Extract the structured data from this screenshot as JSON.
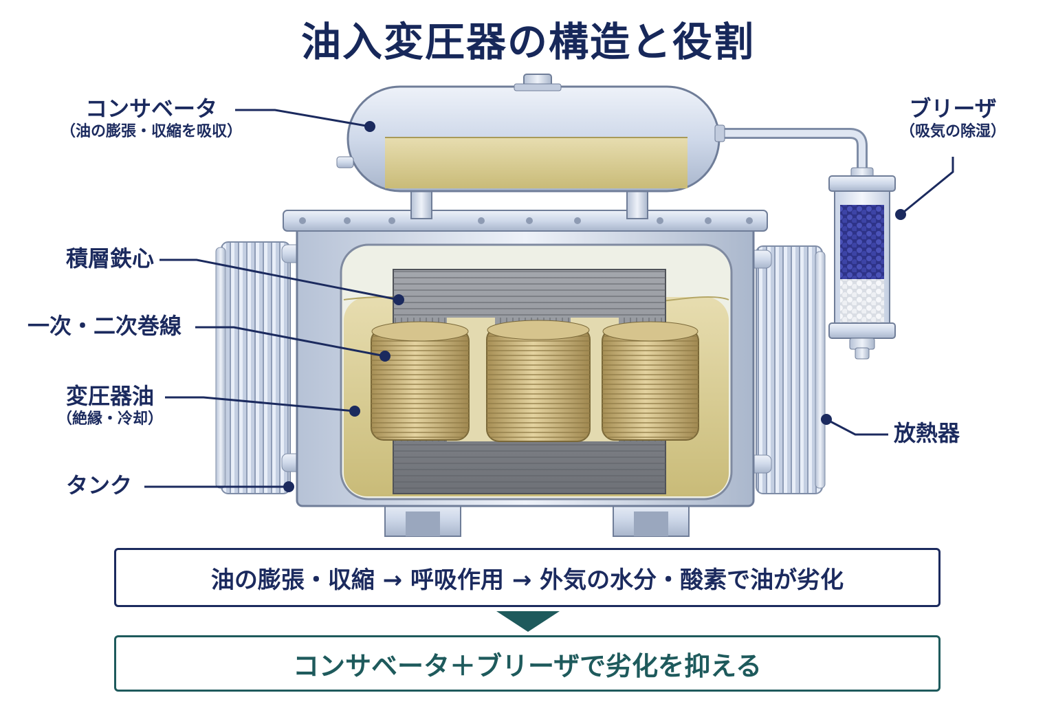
{
  "title": "油入変圧器の構造と役割",
  "labels": {
    "conservator": {
      "main": "コンサベータ",
      "sub": "（油の膨張・収縮を吸収）"
    },
    "breather": {
      "main": "ブリーザ",
      "sub": "（吸気の除湿）"
    },
    "core": {
      "main": "積層鉄心"
    },
    "windings": {
      "main": "一次・二次巻線"
    },
    "oil": {
      "main": "変圧器油",
      "sub": "（絶縁・冷却）"
    },
    "tank": {
      "main": "タンク"
    },
    "radiator": {
      "main": "放熱器"
    }
  },
  "flow": {
    "step1": "油の膨張・収縮 → 呼吸作用 → 外気の水分・酸素で油が劣化",
    "step2": "コンサベータ＋ブリーザで劣化を抑える"
  },
  "colors": {
    "navy": "#1b2a5e",
    "teal": "#1e5a5c",
    "oil": "#d8cc8f",
    "steel": "#cfd9ea",
    "core": "#8c8f94",
    "copper": "#c9b27a",
    "silica_blue": "#3b3f9c"
  }
}
